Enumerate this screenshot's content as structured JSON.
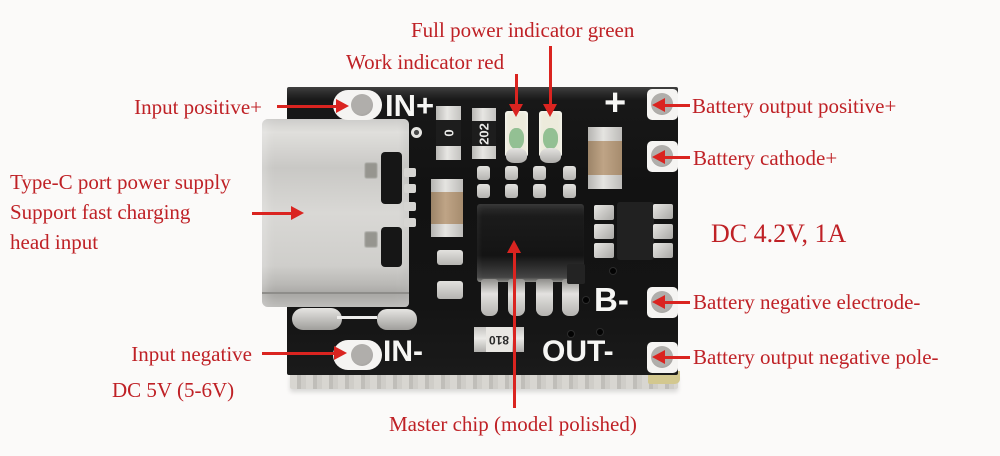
{
  "annotations": {
    "full_power": "Full power indicator green",
    "work_indicator": "Work indicator red",
    "input_positive": "Input positive+",
    "typec_line1": "Type-C port power supply",
    "typec_line2": "Support fast charging",
    "typec_line3": "head input",
    "input_negative": "Input negative",
    "dc_input": "DC 5V (5-6V)",
    "battery_output_positive": "Battery output positive+",
    "battery_cathode": "Battery cathode+",
    "dc_output": "DC 4.2V, 1A",
    "battery_negative": "Battery negative electrode-",
    "battery_output_negative": "Battery output negative pole-",
    "master_chip": "Master chip (model polished)"
  },
  "board": {
    "silkscreen": {
      "in_plus": "IN+",
      "plus": "+",
      "b_minus": "B-",
      "out_minus": "OUT-",
      "in_minus": "IN-"
    },
    "components": {
      "resistor_zero": "0",
      "resistor_202": "202",
      "resistor_810": "810"
    }
  },
  "colors": {
    "annotation_red": "#bf2126",
    "arrow_red": "#da2420",
    "board_black": "#141414",
    "silkscreen_white": "#f6f6f4",
    "background": "#fbfaf9",
    "led_green_patch": "#93c093",
    "capacitor_tan": "#b29478"
  }
}
